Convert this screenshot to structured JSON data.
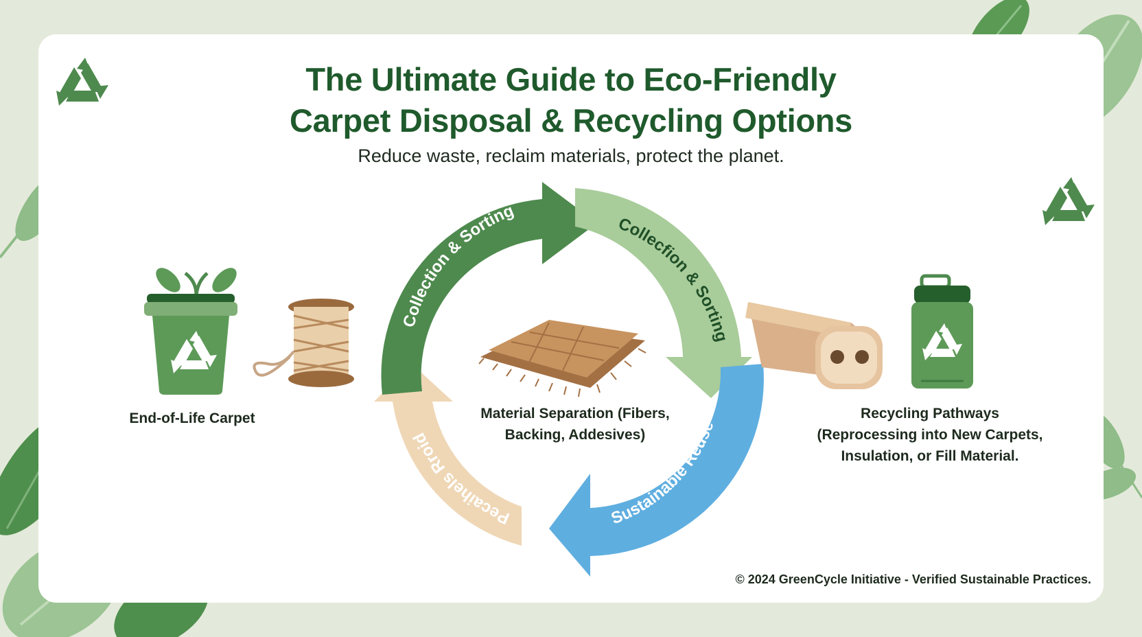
{
  "header": {
    "title_line1": "The Ultimate Guide to Eco-Friendly",
    "title_line2": "Carpet Disposal & Recycling Options",
    "subtitle": "Reduce waste, reclaim materials, protect the planet."
  },
  "cycle": {
    "segment1_label": "Collection & Sorting",
    "segment2_label": "Collecfion & Sorting",
    "segment3_label": "Sustainable Reuse",
    "segment4_label": "Pecaihels Rroid"
  },
  "labels": {
    "end_of_life": "End-of-Life Carpet",
    "center_line1": "Material Separation (Fibers,",
    "center_line2": "Backing, Addesives)",
    "right_line1": "Recycling Pathways",
    "right_line2": "(Reprocessing into New Carpets,",
    "right_line3": "Insulation, or Fill Material."
  },
  "footer": {
    "copyright": "© 2024 GreenCycle Initiative - Verified Sustainable Practices."
  },
  "colors": {
    "background": "#e4eadb",
    "title": "#1f5a2c",
    "dark_green": "#4e8a4e",
    "light_green": "#a8cc9a",
    "blue": "#5faee0",
    "tan": "#efd7b6",
    "leaf": "#7eb07a"
  },
  "icons": [
    "recycle-icon",
    "leaf-icon",
    "recycle-bin-icon",
    "yarn-spool-icon",
    "carpet-square-icon",
    "padding-roll-icon",
    "recycle-canister-icon"
  ]
}
